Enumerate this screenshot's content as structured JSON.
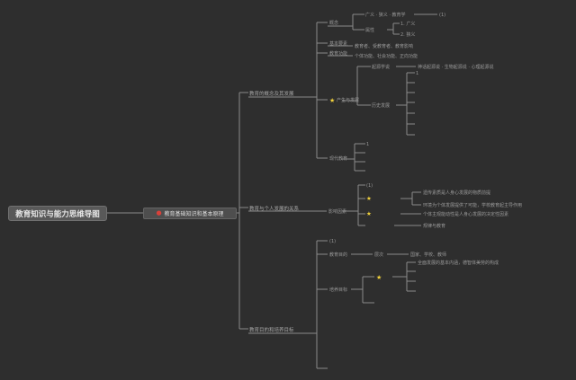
{
  "root": {
    "title": "教育知识与能力思维导图"
  },
  "level1": {
    "label": "教育基础知识和基本原理",
    "icon": "red-pin-icon"
  },
  "branches": [
    {
      "label": "教育的概念及其发展"
    },
    {
      "label": "教育与个人发展的关系"
    },
    {
      "label": "教育目的和培养目标"
    }
  ],
  "sub_nodes": {
    "b1_concept": "概念",
    "b1_attr": "属性",
    "b1_basic": "基本要素",
    "b1_functions": "教育功能",
    "b1_star": "产生与发展",
    "b1_origin": "起源学说",
    "b1_history": "历史发展",
    "b1_modern": "现代教育",
    "b2_factors": "影响因素",
    "b3_purpose": "教育目的",
    "b3_goal": "培养目标"
  },
  "leaves": {
    "l_concept_detail": "广义 · 狭义 · 教育学",
    "l_c": "(1)",
    "l_a1": "1. 广义",
    "l_a2": "2. 狭义",
    "l_basic": "教育者、受教育者、教育影响",
    "l_func": "个体功能、社会功能、正向功能",
    "l_origin": "神话起源说 · 生物起源说 · 心理起源说",
    "l_h0": "1",
    "l_m0": "1",
    "l_f1": "(1)",
    "l_f1a": "遗传素质是人身心发展的物质前提",
    "l_f1b": "环境为个体发展提供了可能，学校教育起主导作用",
    "l_f2a": "个体主观能动性是人身心发展的决定性因素",
    "l_f2b": "规律与教育",
    "l_p0": "(1)",
    "l_p1": "层次",
    "l_p1a": "国家、学校、教师",
    "l_g1": "全面发展的基本内涵，德智体美劳的构成"
  },
  "colors": {
    "background": "#2e2e2e",
    "line": "#8a8a8a",
    "star": "#f2d23c",
    "pin": "#d8413a"
  }
}
